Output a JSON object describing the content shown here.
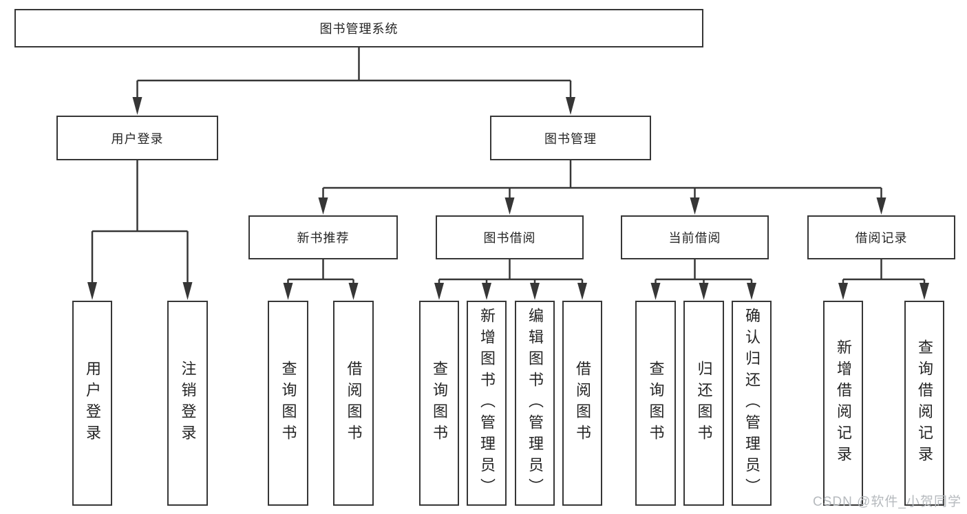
{
  "diagram": {
    "root": {
      "label": "图书管理系统"
    },
    "level2": [
      {
        "label": "用户登录"
      },
      {
        "label": "图书管理"
      }
    ],
    "level3": [
      {
        "label": "新书推荐"
      },
      {
        "label": "图书借阅"
      },
      {
        "label": "当前借阅"
      },
      {
        "label": "借阅记录"
      }
    ],
    "leaves": [
      {
        "label": "用户登录"
      },
      {
        "label": "注销登录"
      },
      {
        "label": "查询图书"
      },
      {
        "label": "借阅图书"
      },
      {
        "label": "查询图书"
      },
      {
        "label": "新增图书（管理员）"
      },
      {
        "label": "编辑图书（管理员）"
      },
      {
        "label": "借阅图书"
      },
      {
        "label": "查询图书"
      },
      {
        "label": "归还图书"
      },
      {
        "label": "确认归还（管理员）"
      },
      {
        "label": "新增借阅记录"
      },
      {
        "label": "查询借阅记录"
      }
    ]
  },
  "watermark": {
    "text": "CSDN @软件_小贺同学"
  },
  "colors": {
    "line": "#363636",
    "text": "#242424",
    "watermark": "#b6babe",
    "background": "#ffffff"
  }
}
